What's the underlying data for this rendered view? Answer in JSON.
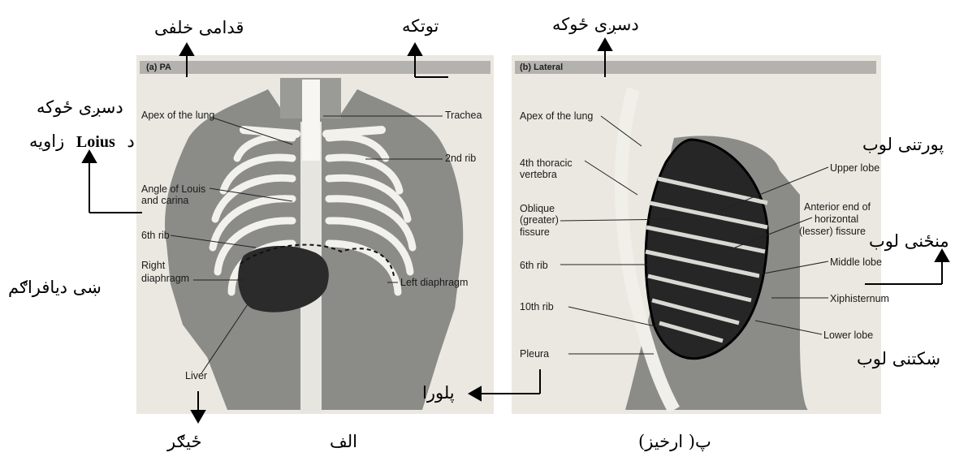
{
  "panels": {
    "pa_header": "(a) PA",
    "lateral_header": "(b) Lateral"
  },
  "english_labels": {
    "pa": {
      "apex": "Apex of the lung",
      "trachea": "Trachea",
      "second_rib": "2nd rib",
      "angle_louis_1": "Angle of Louis",
      "angle_louis_2": "and carina",
      "sixth_rib": "6th rib",
      "right_diaphragm_1": "Right",
      "right_diaphragm_2": "diaphragm",
      "left_diaphragm": "Left diaphragm",
      "liver": "Liver"
    },
    "lateral": {
      "apex": "Apex of the lung",
      "t4_1": "4th thoracic",
      "t4_2": "vertebra",
      "oblique_1": "Oblique",
      "oblique_2": "(greater)",
      "oblique_3": "fissure",
      "sixth_rib": "6th rib",
      "tenth_rib": "10th rib",
      "pleura": "Pleura",
      "upper_lobe": "Upper lobe",
      "anterior_end_1": "Anterior end of",
      "anterior_end_2": "horizontal",
      "anterior_end_3": "(lesser) fissure",
      "middle_lobe": "Middle lobe",
      "xiphisternum": "Xiphisternum",
      "lower_lobe": "Lower lobe"
    }
  },
  "pashto_labels": {
    "anterior_posterior": "قدامی خلفی",
    "trachea": "توتکه",
    "apex_top": "دسږی ځوکه",
    "apex_left": "دسږی ځوکه",
    "angle_louis_prefix": "د",
    "angle_louis_name": "Loius",
    "angle_louis_suffix": "زاویه",
    "upper_lobe": "پورتنی لوب",
    "middle_lobe": "منځنی لوب",
    "right_diaphragm": "ښی دیافراګم",
    "lower_lobe": "ښکتنی لوب",
    "pleura": "پلورا",
    "liver": "ځیګر",
    "caption_a": "الف",
    "caption_b": "پ( ارخیز)"
  },
  "colors": {
    "photo_bg": "#ece9e2",
    "body_shadow": "#8a8a86",
    "bone": "#f3f2ee",
    "lung_dark": "#2a2a2a",
    "header_bar": "#b0afab"
  }
}
